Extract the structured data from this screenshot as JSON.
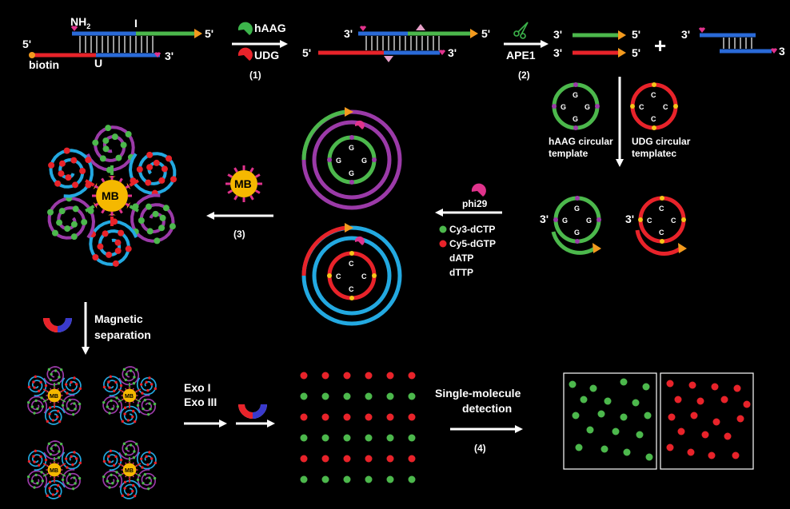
{
  "colors": {
    "background": "#000000",
    "green": "#4cb84c",
    "red": "#e8232a",
    "blue": "#2a6ad8",
    "purple": "#9b3aa8",
    "cyan": "#23a9e1",
    "orange": "#f39a1e",
    "pink": "#e0338c",
    "yellow": "#f5c518",
    "bead": "#f5b800"
  },
  "step1": {
    "label_nh2": "NH",
    "label_nh2_sub": "2",
    "label_I": "I",
    "label_U": "U",
    "label_biotin": "biotin",
    "label_5prime_a": "5'",
    "label_5prime_b": "5'",
    "label_3prime_a": "3'",
    "enzyme1": "hAAG",
    "enzyme2": "UDG",
    "step_num": "(1)"
  },
  "step2": {
    "label_3a": "3'",
    "label_5a": "5'",
    "label_5b": "5'",
    "label_3b": "3'",
    "enzyme": "APE1",
    "step_num": "(2)",
    "prod_3a": "3'",
    "prod_5a": "5'",
    "prod_3b": "3'",
    "prod_5b": "5'",
    "plus": "+",
    "dup_3a": "3'",
    "dup_3b": "3"
  },
  "templates": {
    "hAAG_label_1": "hAAG circular",
    "hAAG_label_2": "template",
    "UDG_label_1": "UDG circular",
    "UDG_label_2": "templatec",
    "base_g": "G",
    "base_c": "C",
    "primer_3a": "3'",
    "primer_3b": "3'"
  },
  "rca": {
    "enzyme": "phi29",
    "reagent1": "Cy3-dCTP",
    "reagent2": "Cy5-dGTP",
    "reagent3": "dATP",
    "reagent4": "dTTP",
    "bead_label": "MB",
    "step_num": "(3)"
  },
  "separation": {
    "label_1": "Magnetic",
    "label_2": "separation"
  },
  "digestion": {
    "exo1": "Exo I",
    "exo3": "Exo III"
  },
  "detection": {
    "label_1": "Single-molecule",
    "label_2": "detection",
    "step_num": "(4)"
  }
}
